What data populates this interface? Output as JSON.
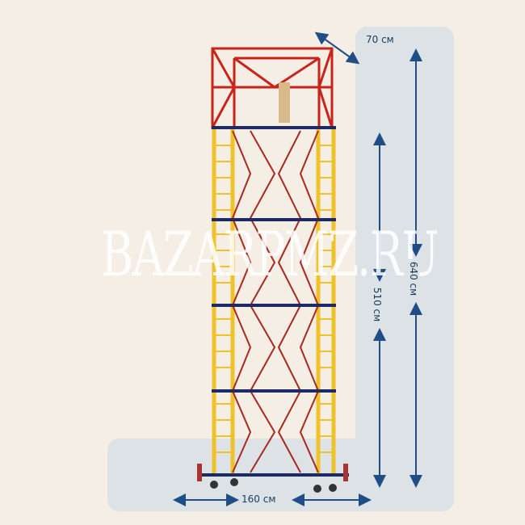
{
  "product": {
    "dimensions": {
      "depth": "70 см",
      "total_height": "640 см",
      "platform_height": "510 см",
      "width": "160 см"
    },
    "watermark": "BAZARPMZ.RU"
  },
  "colors": {
    "frame_red": "#c8241c",
    "post_yellow": "#f0c22a",
    "bar_navy": "#1e2a63",
    "arrow": "#1f4e86",
    "panel": "#dde2e7",
    "background": "#f4eee5"
  }
}
